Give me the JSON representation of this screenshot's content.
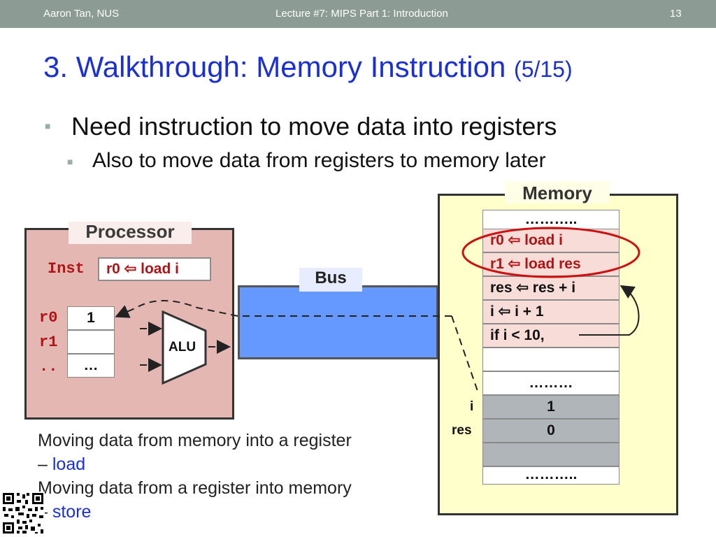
{
  "header": {
    "author": "Aaron Tan, NUS",
    "lecture": "Lecture #7: MIPS Part 1: Introduction",
    "page": "13"
  },
  "title": {
    "main": "3. Walkthrough: Memory Instruction ",
    "sub": "(5/15)"
  },
  "bullets": {
    "level1": "Need instruction to move data into registers",
    "level2": "Also to move data from registers to memory later",
    "marker": "■"
  },
  "processor": {
    "label": "Processor",
    "inst_label": "Inst",
    "inst_value": "r0  ⇦ load i",
    "registers": [
      {
        "name": "r0",
        "value": "1"
      },
      {
        "name": "r1",
        "value": ""
      },
      {
        "name": "..",
        "value": "…"
      }
    ],
    "alu_label": "ALU"
  },
  "bus": {
    "label": "Bus"
  },
  "memory": {
    "label": "Memory",
    "cells": [
      {
        "text": "………..",
        "style": "dots"
      },
      {
        "text": "r0  ⇦ load i",
        "style": "pink"
      },
      {
        "text": "r1  ⇦ load res",
        "style": "pink"
      },
      {
        "text": "res ⇦ res + i",
        "style": "pinkdk"
      },
      {
        "text": "i     ⇦ i + 1",
        "style": "pinkdk"
      },
      {
        "text": "if i < 10,",
        "style": "pinkdk"
      },
      {
        "text": "",
        "style": "plain"
      },
      {
        "text": "………",
        "style": "center"
      },
      {
        "text": "1",
        "style": "gray"
      },
      {
        "text": "0",
        "style": "gray"
      },
      {
        "text": "",
        "style": "gray"
      },
      {
        "text": "………..",
        "style": "center"
      }
    ],
    "var_labels": {
      "i": "i",
      "res": "res"
    }
  },
  "notes": {
    "line1": "Moving data from memory into a register",
    "line2_prefix": "– ",
    "line2_term": "load",
    "line3": "Moving data from a register into memory",
    "line4_prefix": "– ",
    "line4_term": "store"
  },
  "colors": {
    "title": "#1a2fd6",
    "header_band": "#8c9c95",
    "processor_fill": "#e4b7b3",
    "bus_fill": "#6699ff",
    "memory_fill": "#ffffcc",
    "highlight_ellipse": "#cc1111",
    "register_text": "#b01414"
  }
}
